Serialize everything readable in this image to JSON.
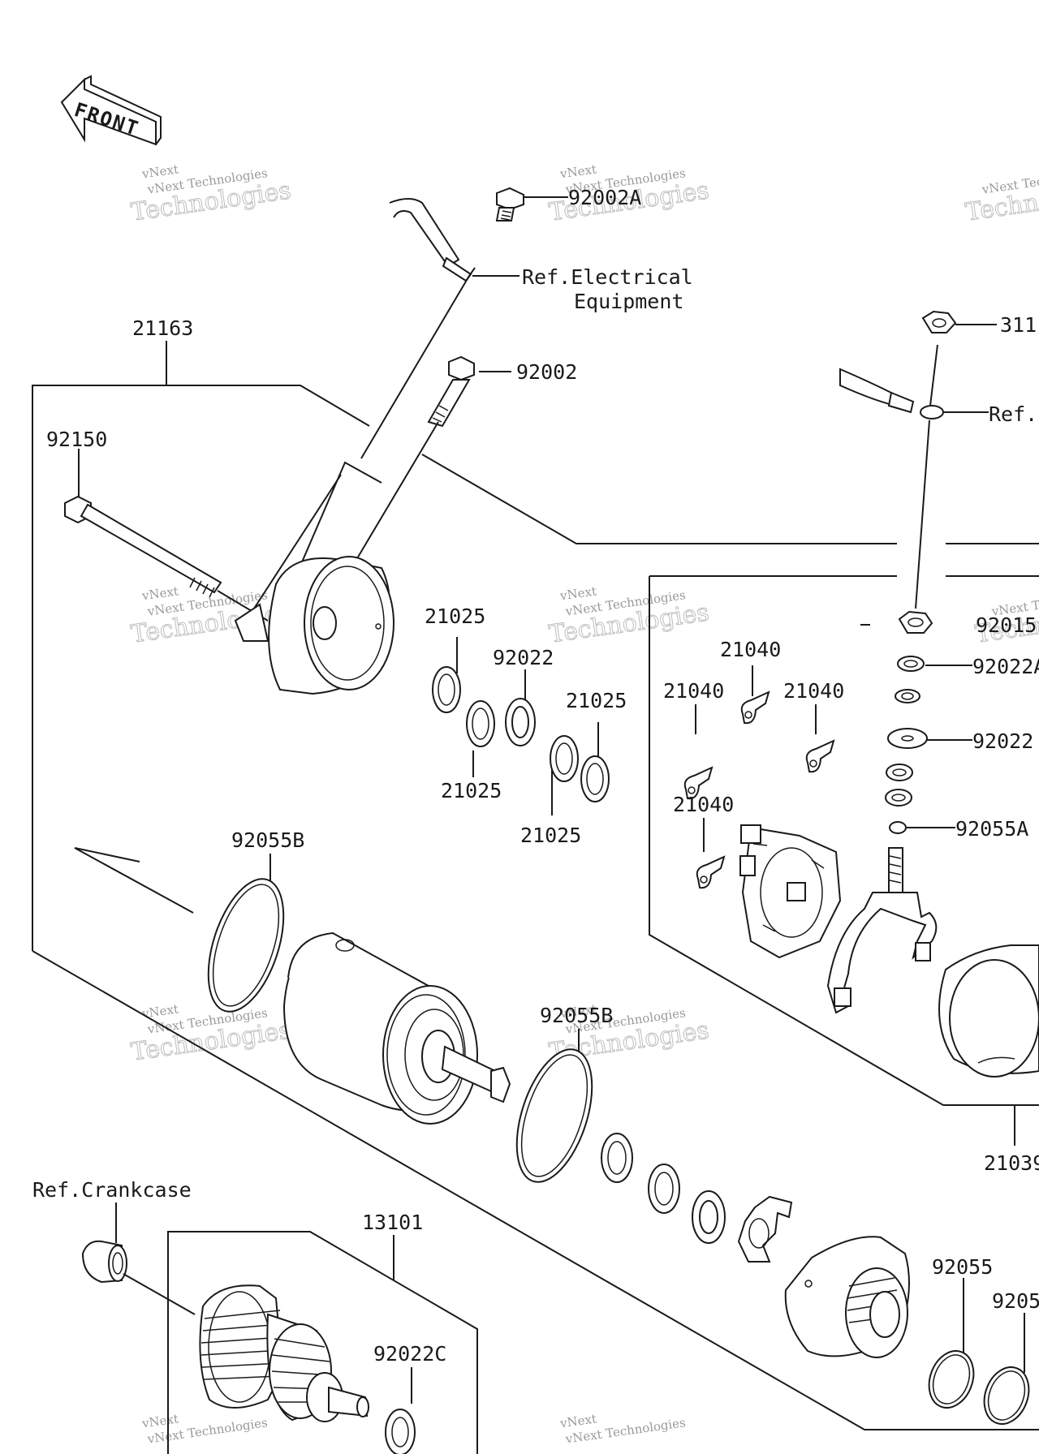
{
  "diagram": {
    "front_arrow": "FRONT",
    "watermark": {
      "line1": "vNext Technologies",
      "line2": "Technologies",
      "line3": "vNext"
    },
    "labels": {
      "p21163": "21163",
      "p92150": "92150",
      "p92002A": "92002A",
      "p92002": "92002",
      "ref_electrical_1": "Ref.Electrical",
      "ref_electrical_2": "Equipment",
      "p311": "311",
      "ref_right": "Ref.",
      "p21025_a": "21025",
      "p92022": "92022",
      "p21025_b": "21025",
      "p21025_c": "21025",
      "p21025_d": "21025",
      "p21040_a": "21040",
      "p21040_b": "21040",
      "p21040_c": "21040",
      "p21040_d": "21040",
      "p92015": "92015",
      "p92022A": "92022A",
      "p92022_r": "92022",
      "p92055A": "92055A",
      "p92055B_a": "92055B",
      "p92055B_b": "92055B",
      "p21039": "21039",
      "ref_crankcase": "Ref.Crankcase",
      "p13101": "13101",
      "p92022C": "92022C",
      "p92055": "92055",
      "p9205": "9205"
    }
  }
}
